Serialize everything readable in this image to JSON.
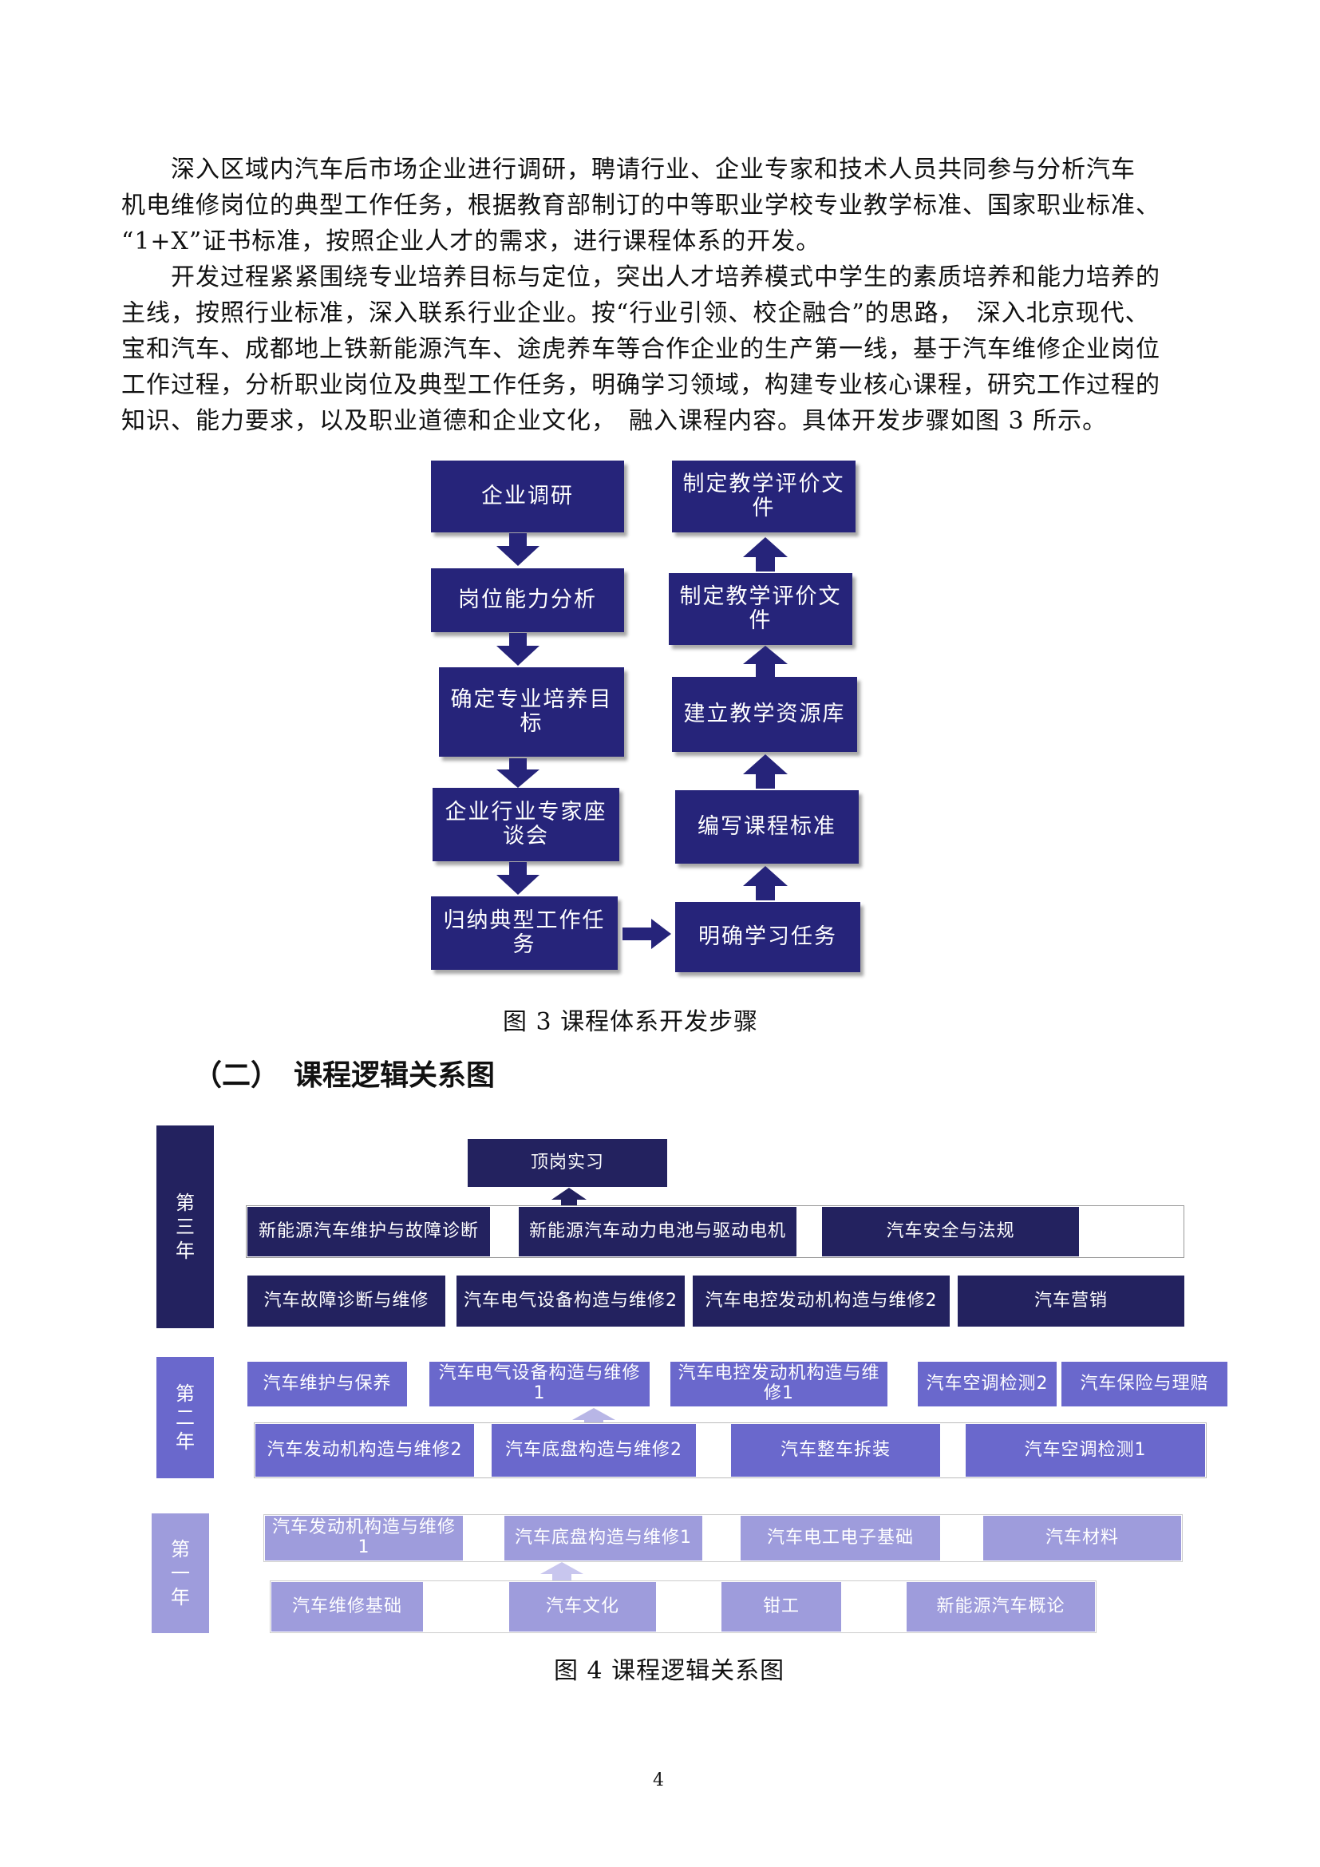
{
  "paragraphs": [
    {
      "lines": [
        "　　深入区域内汽车后市场企业进行调研，聘请行业、企业专家和技术人员共同参与分析汽车",
        "机电维修岗位的典型工作任务，根据教育部制订的中等职业学校专业教学标准、国家职业标准、",
        "“1+X”证书标准，按照企业人才的需求，进行课程体系的开发。"
      ]
    },
    {
      "lines": [
        "　　开发过程紧紧围绕专业培养目标与定位，突出人才培养模式中学生的素质培养和能力培养的",
        "主线，按照行业标准，深入联系行业企业。按“行业引领、校企融合”的思路，　深入北京现代、",
        "宝和汽车、成都地上铁新能源汽车、途虎养车等合作企业的生产第一线，基于汽车维修企业岗位",
        "工作过程，分析职业岗位及典型工作任务，明确学习领域，构建专业核心课程，研究工作过程的",
        "知识、能力要求，以及职业道德和企业文化，　融入课程内容。具体开发步骤如图 3 所示。"
      ]
    }
  ],
  "figure3": {
    "left_steps": [
      "企业调研",
      "岗位能力分析",
      "确定专业培养目标",
      "企业行业专家座谈会",
      "归纳典型工作任务"
    ],
    "right_steps": [
      "制定教学评价文件",
      "制定教学评价文件",
      "建立教学资源库",
      "编写课程标准",
      "明确学习任务"
    ],
    "caption": "图 3 课程体系开发步骤",
    "box_color": "#26247a"
  },
  "section_heading": "（二）　课程逻辑关系图",
  "figure4": {
    "caption": "图 4 课程逻辑关系图",
    "colors": {
      "year3": "#23225f",
      "year2": "#6a68cc",
      "year1": "#9e9cdc"
    },
    "top_box": "顶岗实习",
    "year3": {
      "label": [
        "第",
        "三",
        "年"
      ],
      "row1": [
        "新能源汽车维护与故障诊断",
        "新能源汽车动力电池与驱动电机",
        "汽车安全与法规"
      ],
      "row2": [
        "汽车故障诊断与维修",
        "汽车电气设备构造与维修2",
        "汽车电控发动机构造与维修2",
        "汽车营销"
      ]
    },
    "year2": {
      "label": [
        "第",
        "二",
        "年"
      ],
      "row1": [
        "汽车维护与保养",
        "汽车电气设备构造与维修1",
        "汽车电控发动机构造与维修1",
        "汽车空调检测2",
        "汽车保险与理赔"
      ],
      "row2": [
        "汽车发动机构造与维修2",
        "汽车底盘构造与维修2",
        "汽车整车拆装",
        "汽车空调检测1"
      ]
    },
    "year1": {
      "label": [
        "第",
        "一",
        "年"
      ],
      "row1": [
        "汽车发动机构造与维修1",
        "汽车底盘构造与维修1",
        "汽车电工电子基础",
        "汽车材料"
      ],
      "row2": [
        "汽车维修基础",
        "汽车文化",
        "钳工",
        "新能源汽车概论"
      ]
    }
  },
  "page_number": "4"
}
